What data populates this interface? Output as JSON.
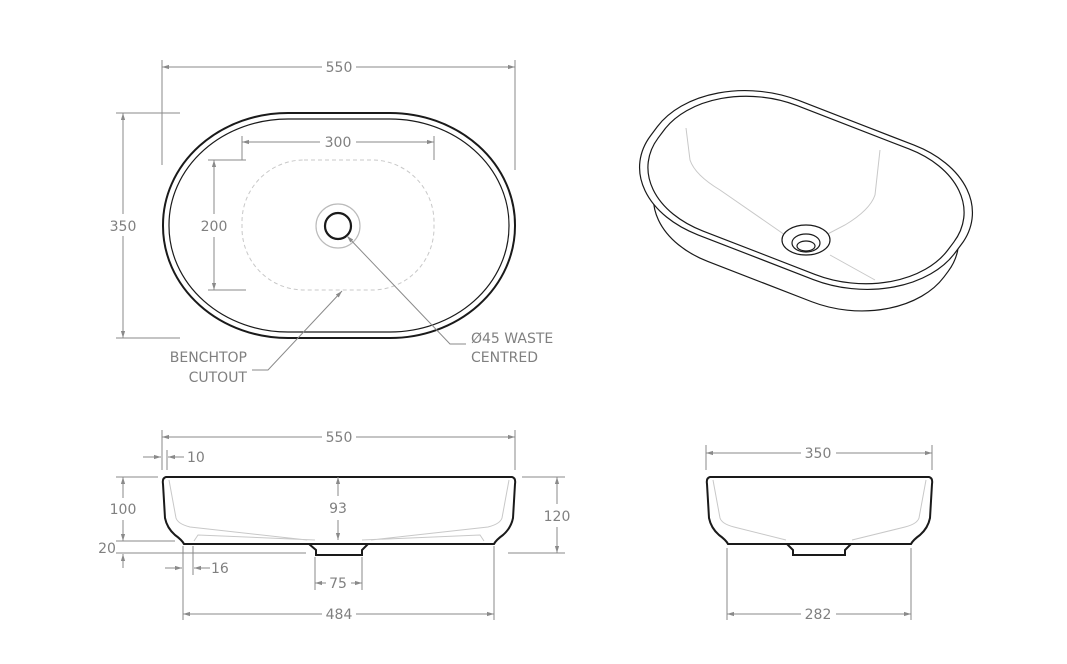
{
  "top_view": {
    "width": "550",
    "depth": "350",
    "cutout_width": "300",
    "cutout_depth": "200",
    "cutout_label_line1": "BENCHTOP",
    "cutout_label_line2": "CUTOUT",
    "waste_label_line1": "Ø45 WASTE",
    "waste_label_line2": "CENTRED"
  },
  "front_view": {
    "width": "550",
    "rim": "10",
    "body_height": "100",
    "inner_depth": "93",
    "total_height": "120",
    "waste_height": "20",
    "base_offset": "16",
    "waste_width": "75",
    "base_width": "484"
  },
  "side_view": {
    "depth": "350",
    "base_depth": "282"
  },
  "colors": {
    "line": "#1a1a1a",
    "dimension": "#8a8a8a"
  }
}
